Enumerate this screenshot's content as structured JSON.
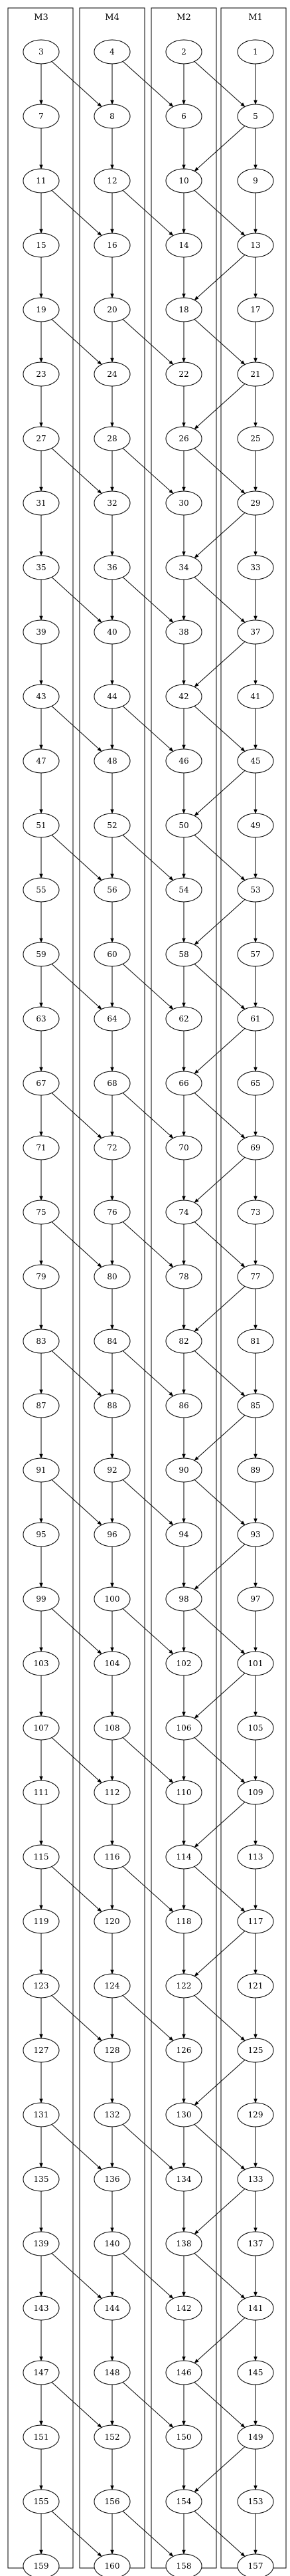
{
  "diagram": {
    "lanes": [
      {
        "id": "M3",
        "label": "M3"
      },
      {
        "id": "M4",
        "label": "M4"
      },
      {
        "id": "M2",
        "label": "M2"
      },
      {
        "id": "M1",
        "label": "M1"
      }
    ],
    "start_nodes": [
      {
        "label": "3",
        "lane": "M3"
      },
      {
        "label": "4",
        "lane": "M4"
      },
      {
        "label": "2",
        "lane": "M2"
      },
      {
        "label": "1",
        "lane": "M1"
      }
    ],
    "node_range": {
      "first": 1,
      "last": 160
    }
  }
}
